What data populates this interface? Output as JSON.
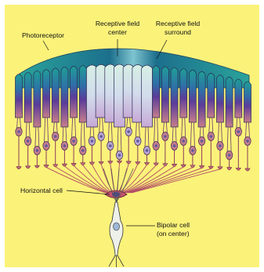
{
  "labels": {
    "photoreceptor": "Photoreceptor",
    "rf_center_line1": "Receptive field",
    "rf_center_line2": "center",
    "rf_surround_line1": "Receptive field",
    "rf_surround_line2": "surround",
    "horizontal_cell": "Horizontal cell",
    "bipolar_line1": "Bipolar cell",
    "bipolar_line2": "(on center)"
  },
  "colors": {
    "background": "#fbf27a",
    "surround_top": "#1f9e96",
    "surround_mid": "#3a4ea8",
    "surround_bottom": "#c47a8c",
    "center_top": "#c9ecdf",
    "center_bottom": "#c9b4d8",
    "nucleus": "#5b5b9c",
    "horizontal_cell": "#c9546e",
    "bipolar_cell": "#eef0ea"
  }
}
